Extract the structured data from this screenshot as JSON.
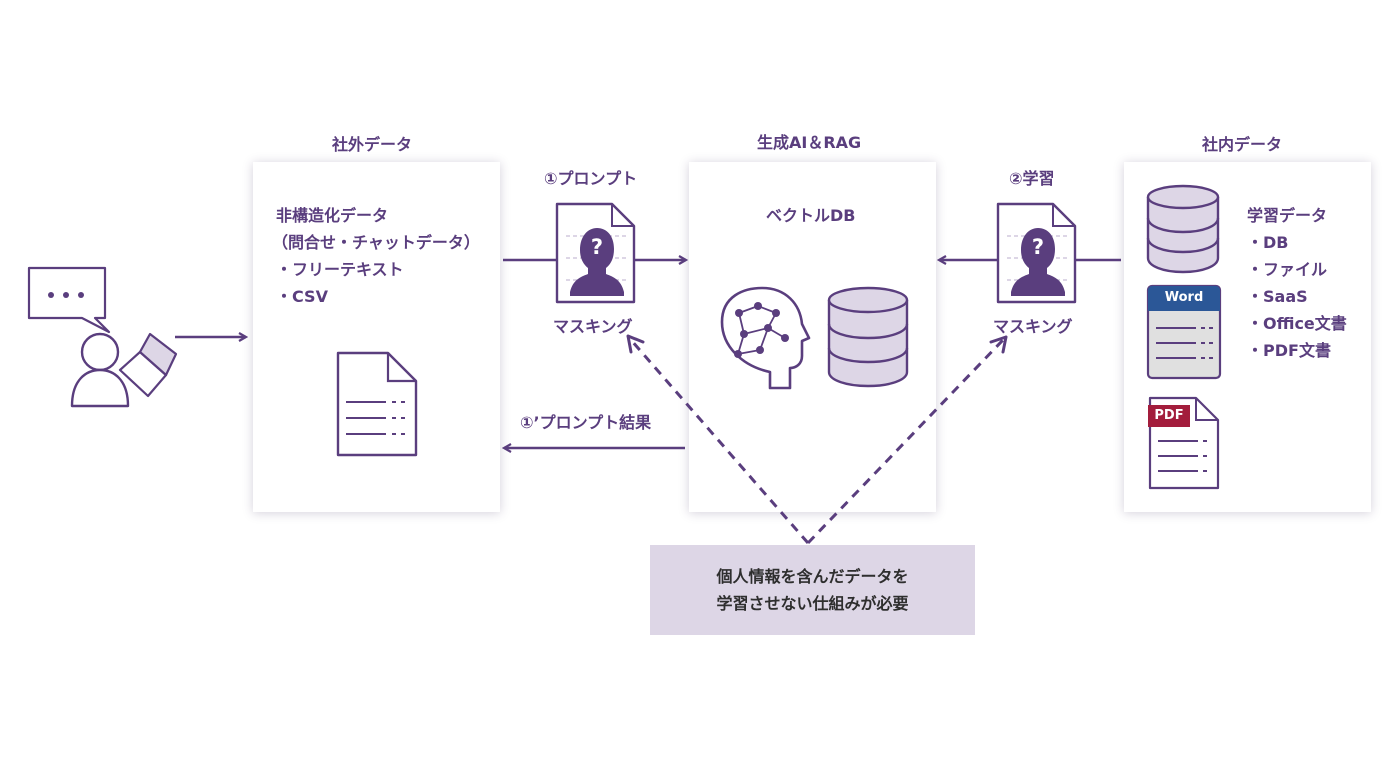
{
  "external_data": {
    "title": "社外データ",
    "heading": "非構造化データ",
    "lines": [
      "（問合せ・チャットデータ）",
      "・フリーテキスト",
      "・CSV"
    ]
  },
  "genai": {
    "title": "生成AI＆RAG",
    "heading": "ベクトルDB"
  },
  "internal_data": {
    "title": "社内データ",
    "heading": "学習データ",
    "lines": [
      "・DB",
      "・ファイル",
      "・SaaS",
      "・Office文書",
      "・PDF文書"
    ],
    "word_badge": "Word",
    "pdf_badge": "PDF"
  },
  "flows": {
    "prompt": "①プロンプト",
    "prompt_result": "①’プロンプト結果",
    "learning": "②学習",
    "masking_left": "マスキング",
    "masking_right": "マスキング"
  },
  "note": {
    "line1": "個人情報を含んだデータを",
    "line2": "学習させない仕組みが必要"
  },
  "chat_bubble": "…",
  "colors": {
    "primary": "#5a3e7e",
    "light_purple": "#ddd6e6",
    "word_blue": "#2b5797",
    "pdf_red": "#a31d3c"
  }
}
